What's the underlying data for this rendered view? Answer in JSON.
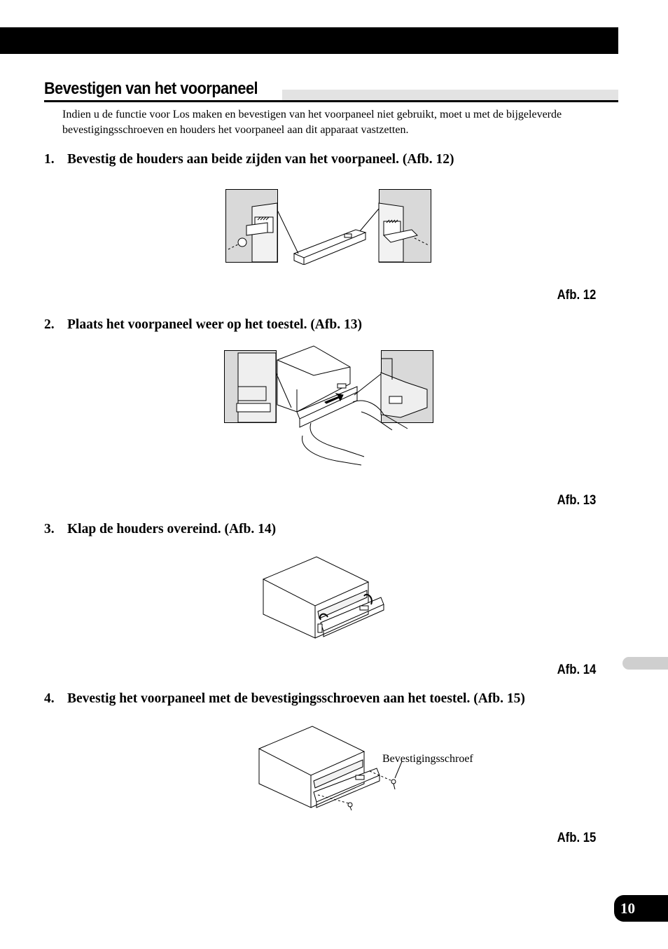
{
  "section": {
    "title": "Bevestigen van het voorpaneel",
    "intro": "Indien u de functie voor Los maken en bevestigen van het voorpaneel niet gebruikt, moet u met de bijgeleverde bevestigingsschroeven en houders het voorpaneel aan dit apparaat vastzetten."
  },
  "steps": [
    {
      "number": "1.",
      "text": "Bevestig de houders aan beide zijden van het voorpaneel. (Afb. 12)",
      "figure_caption": "Afb. 12"
    },
    {
      "number": "2.",
      "text": "Plaats het voorpaneel weer op het toestel. (Afb. 13)",
      "figure_caption": "Afb. 13"
    },
    {
      "number": "3.",
      "text": "Klap de houders overeind. (Afb. 14)",
      "figure_caption": "Afb. 14"
    },
    {
      "number": "4.",
      "text": "Bevestig het voorpaneel met de bevestigingsschroeven aan het toestel. (Afb. 15)",
      "figure_caption": "Afb. 15",
      "callout": "Bevestigingsschroef"
    }
  ],
  "page_number": "10"
}
